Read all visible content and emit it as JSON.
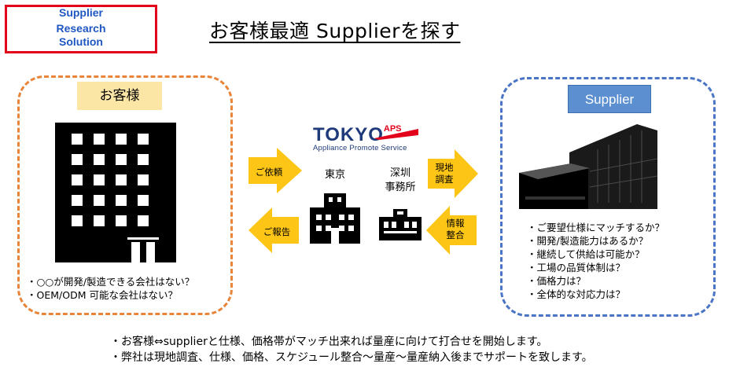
{
  "badge": {
    "line1": "Supplier",
    "line2": "Research",
    "line3": "Solution"
  },
  "title": "お客様最適  Supplierを探す",
  "customer": {
    "label": "お客様",
    "questions": [
      "・○○が開発/製造できる会社はない？",
      "・OEM/ODM 可能な会社はない？"
    ]
  },
  "supplier": {
    "label": "Supplier",
    "questions": [
      "・ご要望仕様にマッチするか？",
      "・開発/製造能力はあるか？",
      "・継続して供給は可能か？",
      "・工場の品質体制は？",
      "・価格力は？",
      "・全体的な対応力は？"
    ]
  },
  "company": {
    "logo_main": "TOKYO",
    "logo_super": "APS",
    "logo_sub": "Appliance Promote Service"
  },
  "offices": {
    "tokyo": "東京",
    "shenzhen_line1": "深圳",
    "shenzhen_line2": "事務所"
  },
  "arrows": {
    "request": "ご依頼",
    "report": "ご報告",
    "survey_line1": "現地",
    "survey_line2": "調査",
    "info_line1": "情報",
    "info_line2": "整合"
  },
  "notes": [
    "・お客様⇔supplierと仕様、価格帯がマッチ出来れば量産に向けて打合せを開始します。",
    "・弊社は現地調査、仕様、価格、スケジュール整合～量産～量産納入後までサポートを致します。"
  ],
  "colors": {
    "customer_border": "#e8853a",
    "supplier_border": "#4a74c4",
    "arrow": "#fdc515",
    "badge_border": "#e3001b",
    "logo_navy": "#1e3a7a"
  }
}
